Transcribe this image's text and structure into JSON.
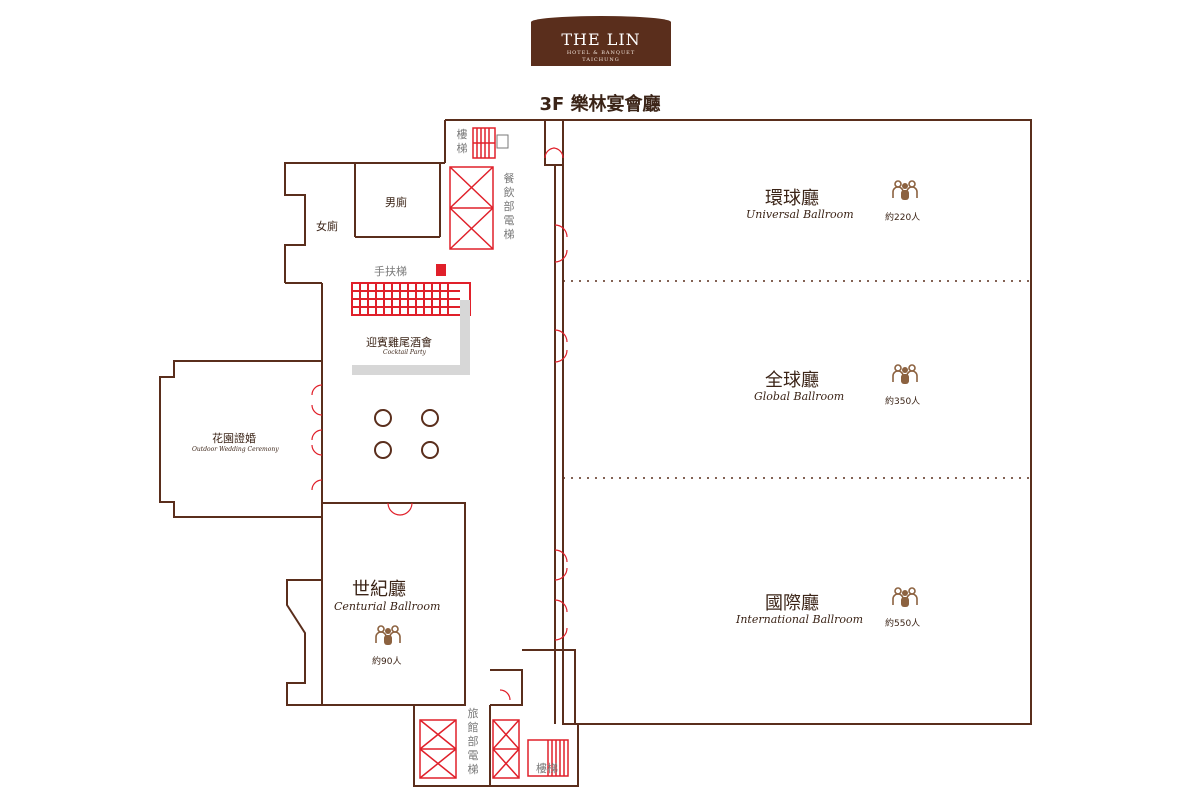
{
  "logo": {
    "brand": "THE LIN",
    "sub1": "HOTEL & BANQUET",
    "sub2": "TAICHUNG"
  },
  "floor_title": "3F 樂林宴會廳",
  "rooms": {
    "universal": {
      "zh": "環球廳",
      "en": "Universal Ballroom",
      "capacity": "約220人"
    },
    "global": {
      "zh": "全球廳",
      "en": "Global Ballroom",
      "capacity": "約350人"
    },
    "international": {
      "zh": "國際廳",
      "en": "International Ballroom",
      "capacity": "約550人"
    },
    "centurial": {
      "zh": "世紀廳",
      "en": "Centurial Ballroom",
      "capacity": "約90人"
    },
    "garden": {
      "zh": "花園證婚",
      "en": "Outdoor Wedding Ceremony"
    },
    "cocktail": {
      "zh": "迎賓雞尾酒會",
      "en": "Cocktail Party"
    }
  },
  "facilities": {
    "stairs_top": [
      "樓",
      "梯"
    ],
    "stairs_bottom": "樓梯",
    "escalator": "手扶梯",
    "restaurant_elevator": [
      "餐",
      "飲",
      "部",
      "電",
      "梯"
    ],
    "hotel_elevator": [
      "旅",
      "館",
      "部",
      "電",
      "梯"
    ],
    "mens_restroom": "男廁",
    "womens_restroom": "女廁"
  },
  "colors": {
    "wall": "#5a2e1c",
    "accent": "#e0202a",
    "icon": "#8c6240",
    "gray": "#d7d7d7"
  }
}
